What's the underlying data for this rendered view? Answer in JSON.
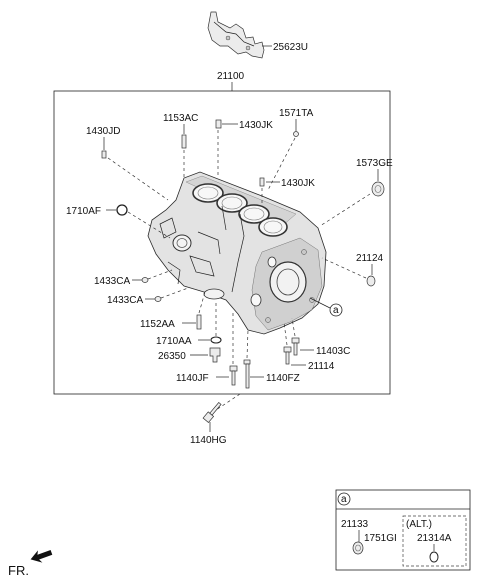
{
  "labels": {
    "p25623U": "25623U",
    "p21100": "21100",
    "p1153AC": "1153AC",
    "p1571TA": "1571TA",
    "p1430JD": "1430JD",
    "p1430JK_top": "1430JK",
    "p1430JK_mid": "1430JK",
    "p1573GE": "1573GE",
    "p1710AF": "1710AF",
    "p21124": "21124",
    "p1433CA_1": "1433CA",
    "p1433CA_2": "1433CA",
    "p1152AA": "1152AA",
    "p1710AA": "1710AA",
    "p26350": "26350",
    "p11403C": "11403C",
    "p21114": "21114",
    "p1140JF": "1140JF",
    "p1140FZ": "1140FZ",
    "p1140HG": "1140HG"
  },
  "callout": "a",
  "inset": {
    "marker": "a",
    "p21133": "21133",
    "p1751GI": "1751GI",
    "alt": "(ALT.)",
    "p21314A": "21314A"
  },
  "front_label": "FR."
}
